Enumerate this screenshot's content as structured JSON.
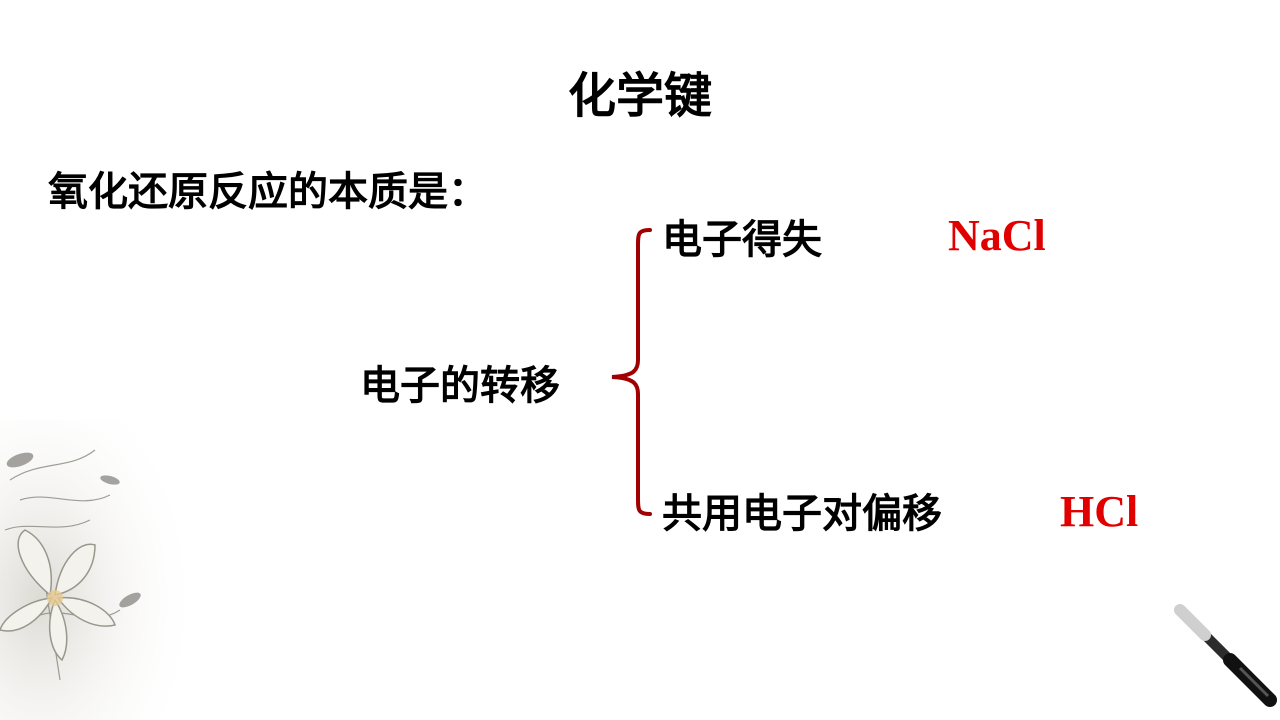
{
  "title": "化学键",
  "question": "氧化还原反应的本质是：",
  "center_label": "电子的转移",
  "branches": [
    {
      "label": "电子得失",
      "example": "NaCl"
    },
    {
      "label": "共用电子对偏移",
      "example": "HCl"
    }
  ],
  "colors": {
    "brace": "#a00000",
    "example_text": "#e00000"
  },
  "decorations": [
    "lotus-flower-painting",
    "calligraphy-brush"
  ]
}
